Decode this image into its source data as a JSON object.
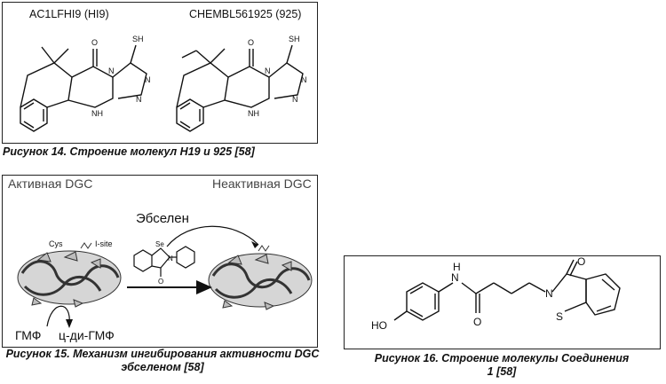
{
  "figure14": {
    "label_left": "AC1LFHI9 (HI9)",
    "label_right": "CHEMBL561925 (925)",
    "atom_sh": "SH",
    "atom_o": "O",
    "atom_n": "N",
    "atom_nh": "NH",
    "caption": "Рисунок 14. Строение молекул H19 и 925 [58]"
  },
  "figure15": {
    "label_active": "Активная DGC",
    "label_inactive": "Неактивная DGC",
    "label_ebselen": "Эбселен",
    "label_cys": "Cys",
    "label_isite": "I-site",
    "label_gmp": "ГМФ",
    "label_cdigmp": "ц-ди-ГМФ",
    "atom_se": "Se",
    "atom_n": "N",
    "atom_o": "O",
    "caption": "Рисунок 15. Механизм ингибирования активности DGC эбселеном [58]"
  },
  "figure16": {
    "atom_ho": "HO",
    "atom_n": "N",
    "atom_h": "H",
    "atom_o": "O",
    "atom_s": "S",
    "caption": "Рисунок 16. Строение молекулы Соединения 1 [58]"
  }
}
